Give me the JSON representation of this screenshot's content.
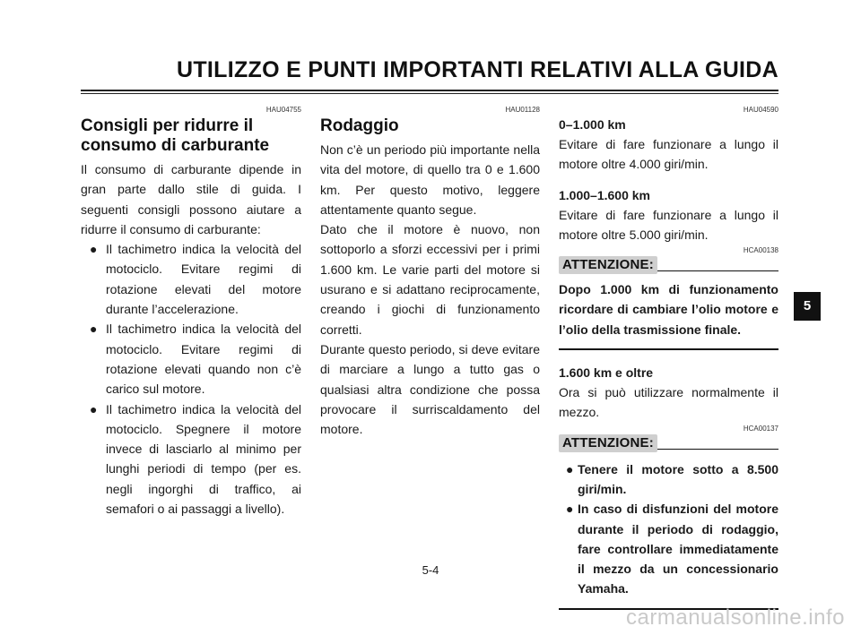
{
  "header": {
    "title": "UTILIZZO E PUNTI IMPORTANTI RELATIVI ALLA GUIDA"
  },
  "col1": {
    "code": "HAU04755",
    "heading": "Consigli per ridurre il consumo di carburante",
    "intro": "Il consumo di carburante dipende in gran parte dallo stile di guida. I seguenti consigli possono aiutare a ridurre il consumo di carburante:",
    "bullets": [
      "Il tachimetro indica la velocità del motociclo. Evitare regimi di rotazione elevati del motore durante l’accelerazione.",
      "Il tachimetro indica la velocità del motociclo. Evitare regimi di rotazione elevati quando non c’è carico sul motore.",
      "Il tachimetro indica la velocità del motociclo. Spegnere il motore invece di lasciarlo al minimo per lunghi periodi di tempo (per es. negli ingorghi di traffico, ai semafori o ai passaggi a livello)."
    ]
  },
  "col2": {
    "code": "HAU01128",
    "heading": "Rodaggio",
    "p1": "Non c’è un periodo più importante nella vita del motore, di quello tra 0 e 1.600 km. Per questo motivo, leggere attentamente quanto segue.",
    "p2": "Dato che il motore è nuovo, non sottoporlo a sforzi eccessivi per i primi 1.600 km. Le varie parti del motore si usurano e si adattano reciprocamente, creando i giochi di funzionamento corretti.",
    "p3": "Durante questo periodo, si deve evitare di marciare a lungo a tutto gas o qualsiasi altra condizione che possa provocare il surriscaldamento del motore."
  },
  "col3": {
    "code": "HAU04590",
    "s1_title": "0–1.000 km",
    "s1_text": "Evitare di fare funzionare a lungo il motore oltre 4.000 giri/min.",
    "s2_title": "1.000–1.600 km",
    "s2_text": "Evitare di fare funzionare a lungo il motore oltre 5.000 giri/min.",
    "att1_code": "HCA00138",
    "att1_label": "ATTENZIONE:",
    "att1_text": "Dopo 1.000 km di funzionamento ricordare di cambiare l’olio motore e l’olio della trasmissione finale.",
    "s3_title": "1.600 km e oltre",
    "s3_text": "Ora si può utilizzare normalmente il mezzo.",
    "att2_code": "HCA00137",
    "att2_label": "ATTENZIONE:",
    "att2_bullets": [
      "Tenere il motore sotto a 8.500 giri/min.",
      "In caso di disfunzioni del motore durante il periodo di rodaggio, fare controllare immediatamente il mezzo da un concessionario Yamaha."
    ]
  },
  "footer": {
    "page_number": "5-4",
    "chapter": "5",
    "watermark": "carmanualsonline.info"
  }
}
